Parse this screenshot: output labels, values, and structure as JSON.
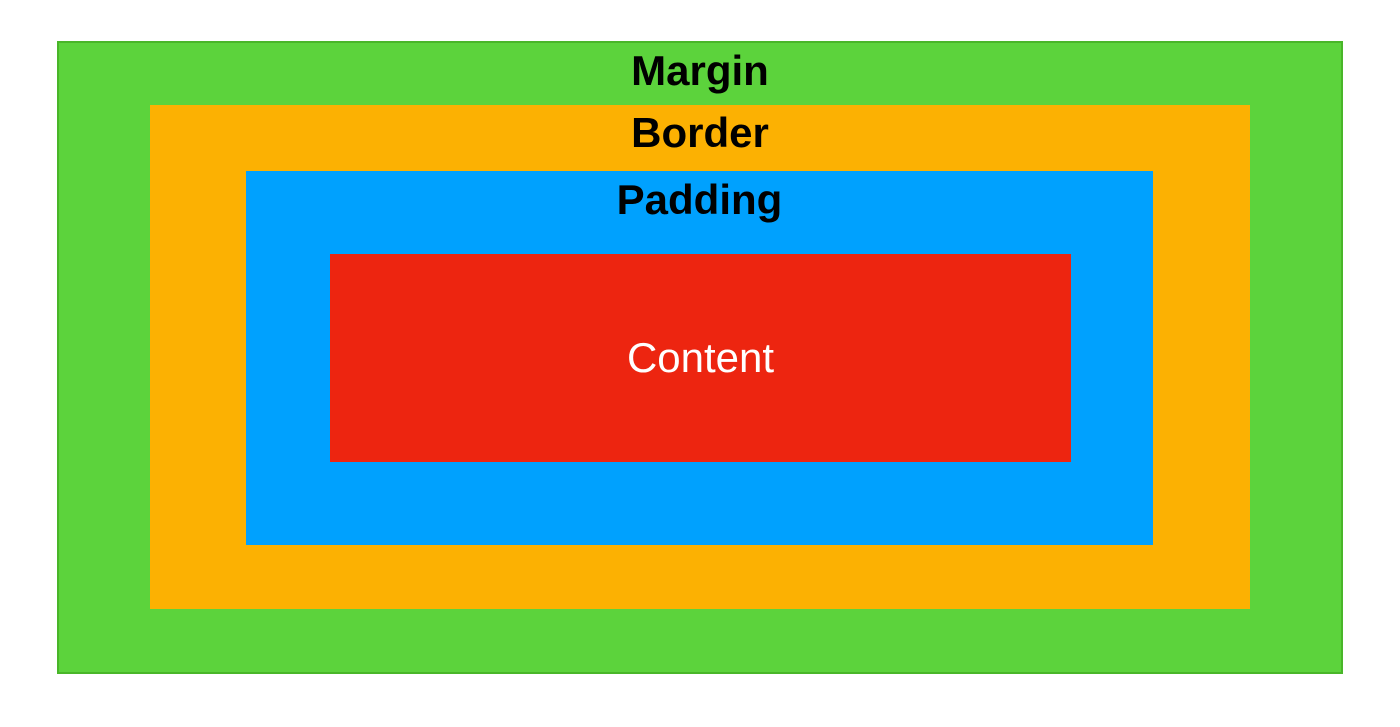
{
  "diagram": {
    "background_color": "#FFFFFF",
    "layers": [
      {
        "name": "margin",
        "label": "Margin",
        "fill_color": "#5CD33C",
        "stroke_color": "#49B629",
        "text_color": "#000000"
      },
      {
        "name": "border",
        "label": "Border",
        "fill_color": "#FCB102",
        "stroke_color": "",
        "text_color": "#000000"
      },
      {
        "name": "padding",
        "label": "Padding",
        "fill_color": "#00A1FE",
        "stroke_color": "",
        "text_color": "#000000"
      },
      {
        "name": "content",
        "label": "Content",
        "fill_color": "#ED2510",
        "stroke_color": "",
        "text_color": "#FFFFFF"
      }
    ]
  }
}
